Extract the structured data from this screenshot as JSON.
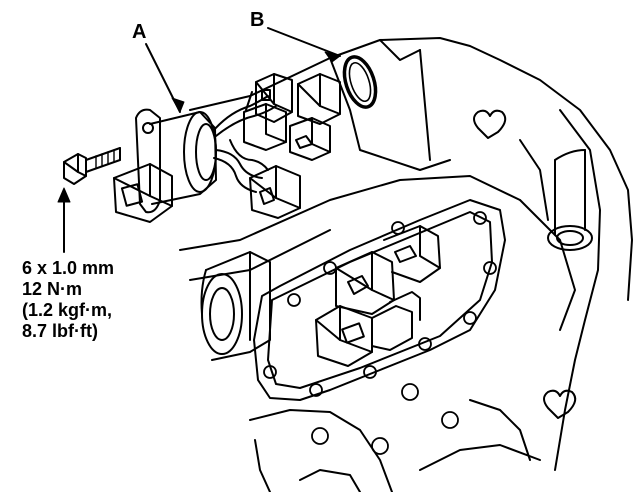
{
  "callouts": {
    "a": "A",
    "b": "B"
  },
  "bolt_spec": {
    "size": "6 x 1.0 mm",
    "torque_nm": "12 N·m",
    "torque_kgfm": "(1.2 kgf·m,",
    "torque_lbfft": "8.7 lbf·ft)"
  },
  "colors": {
    "ink": "#000000",
    "paper": "#ffffff"
  }
}
